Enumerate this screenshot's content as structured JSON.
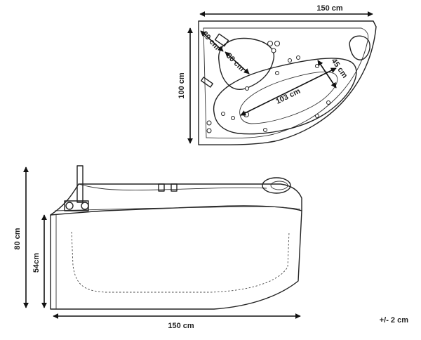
{
  "top_view": {
    "width_label": "150 cm",
    "depth_label": "100 cm",
    "seat_depth_label": "29 cm",
    "seat_width_label": "30 cm",
    "basin_length_label": "103 cm",
    "basin_width_label": "45 cm"
  },
  "side_view": {
    "total_height_label": "80 cm",
    "tub_height_label": "54cm",
    "width_label": "150 cm"
  },
  "tolerance_label": "+/- 2 cm",
  "colors": {
    "line": "#222222",
    "background": "#ffffff"
  }
}
